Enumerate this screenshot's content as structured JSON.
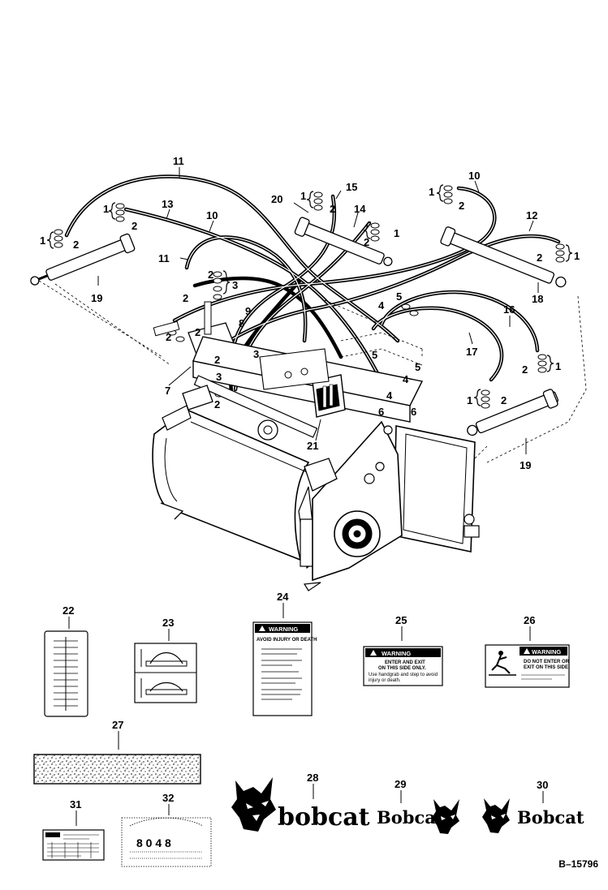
{
  "figure_id": "B–15796",
  "callouts": {
    "c1a": "1",
    "c1b": "1",
    "c1c": "1",
    "c1d": "1",
    "c1e": "1",
    "c1f": "1",
    "c1g": "1",
    "c1h": "1",
    "c2a": "2",
    "c2b": "2",
    "c2c": "2",
    "c2d": "2",
    "c2e": "2",
    "c2f": "2",
    "c2g": "2",
    "c2h": "2",
    "c2i": "2",
    "c2j": "2",
    "c3a": "3",
    "c3b": "3",
    "c3c": "3",
    "c4a": "4",
    "c4b": "4",
    "c4c": "4",
    "c5a": "5",
    "c5b": "5",
    "c5c": "5",
    "c6a": "6",
    "c6b": "6",
    "c7": "7",
    "c8": "8",
    "c9": "9",
    "c10a": "10",
    "c10b": "10",
    "c11a": "11",
    "c11b": "11",
    "c12": "12",
    "c13": "13",
    "c14": "14",
    "c15": "15",
    "c16": "16",
    "c17": "17",
    "c18": "18",
    "c19a": "19",
    "c19b": "19",
    "c20": "20",
    "c21": "21",
    "c22": "22",
    "c23": "23",
    "c24": "24",
    "c25": "25",
    "c26": "26",
    "c27": "27",
    "c28": "28",
    "c29": "29",
    "c30": "30",
    "c31": "31",
    "c32": "32"
  },
  "decals": {
    "warning_label": "WARNING",
    "d24_line1": "AVOID INJURY OR DEATH",
    "d25_line1": "ENTER AND EXIT",
    "d25_line2": "ON THIS SIDE ONLY.",
    "d25_line3": "Use handgrab and step to avoid",
    "d25_line4": "injury or death.",
    "d26_line1": "DO NOT ENTER OR",
    "d26_line2": "EXIT ON THIS SIDE.",
    "d32_chars": "8 0 4 8"
  },
  "brand": {
    "logo_text_lower": "bobcat",
    "logo_text_title": "Bobcat"
  }
}
